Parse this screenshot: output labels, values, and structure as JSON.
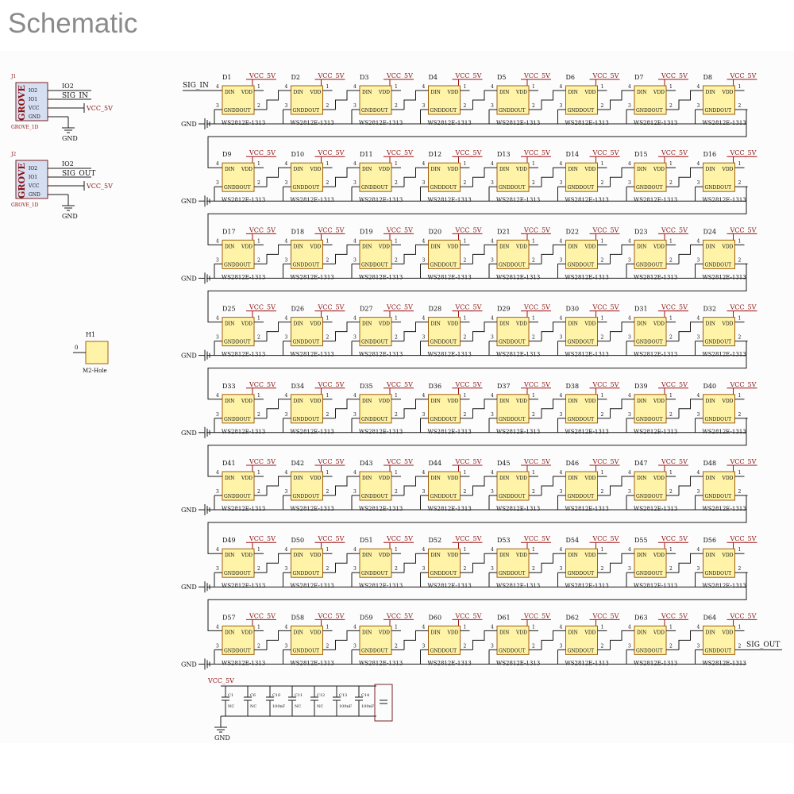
{
  "page": {
    "title": "Schematic"
  },
  "schematic": {
    "connectors": [
      {
        "ref": "J1",
        "brand": "GROVE",
        "pins": [
          "IO2",
          "IO1",
          "VCC",
          "GND"
        ],
        "footprint": "GROVE_1D",
        "net_label": "IO2",
        "signal": "SIG_IN",
        "power": "VCC_5V",
        "ground": "GND"
      },
      {
        "ref": "J2",
        "brand": "GROVE",
        "pins": [
          "IO2",
          "IO1",
          "VCC",
          "GND"
        ],
        "footprint": "GROVE_1D",
        "net_label": "IO2",
        "signal": "SIG_OUT",
        "power": "VCC_5V",
        "ground": "GND"
      }
    ],
    "hole": {
      "ref": "H1",
      "pin": "0",
      "name": "M2-Hole"
    },
    "led_part": "WS2812E-1313",
    "led_pins": {
      "din": "DIN",
      "vdd": "VDD",
      "gnd_dout": "GNDDOUT",
      "p1": "1",
      "p2": "2",
      "p3": "3",
      "p4": "4"
    },
    "power_net": "VCC_5V",
    "ground_net": "GND",
    "input_label": "SIG_IN",
    "output_label": "SIG_OUT",
    "leds": [
      "D1",
      "D2",
      "D3",
      "D4",
      "D5",
      "D6",
      "D7",
      "D8",
      "D9",
      "D10",
      "D11",
      "D12",
      "D13",
      "D14",
      "D15",
      "D16",
      "D17",
      "D18",
      "D19",
      "D20",
      "D21",
      "D22",
      "D23",
      "D24",
      "D25",
      "D26",
      "D27",
      "D28",
      "D29",
      "D30",
      "D31",
      "D32",
      "D33",
      "D34",
      "D35",
      "D36",
      "D37",
      "D38",
      "D39",
      "D40",
      "D41",
      "D42",
      "D43",
      "D44",
      "D45",
      "D46",
      "D47",
      "D48",
      "D49",
      "D50",
      "D51",
      "D52",
      "D53",
      "D54",
      "D55",
      "D56",
      "D57",
      "D58",
      "D59",
      "D60",
      "D61",
      "D62",
      "D63",
      "D64"
    ],
    "decoupling": {
      "power": "VCC_5V",
      "ground": "GND",
      "caps": [
        {
          "ref": "C1",
          "value": "NC"
        },
        {
          "ref": "C6",
          "value": "NC"
        },
        {
          "ref": "C10",
          "value": "100nF"
        },
        {
          "ref": "C11",
          "value": "NC"
        },
        {
          "ref": "C12",
          "value": "NC"
        },
        {
          "ref": "C13",
          "value": "100nF"
        },
        {
          "ref": "C14",
          "value": "100nF"
        }
      ]
    }
  }
}
